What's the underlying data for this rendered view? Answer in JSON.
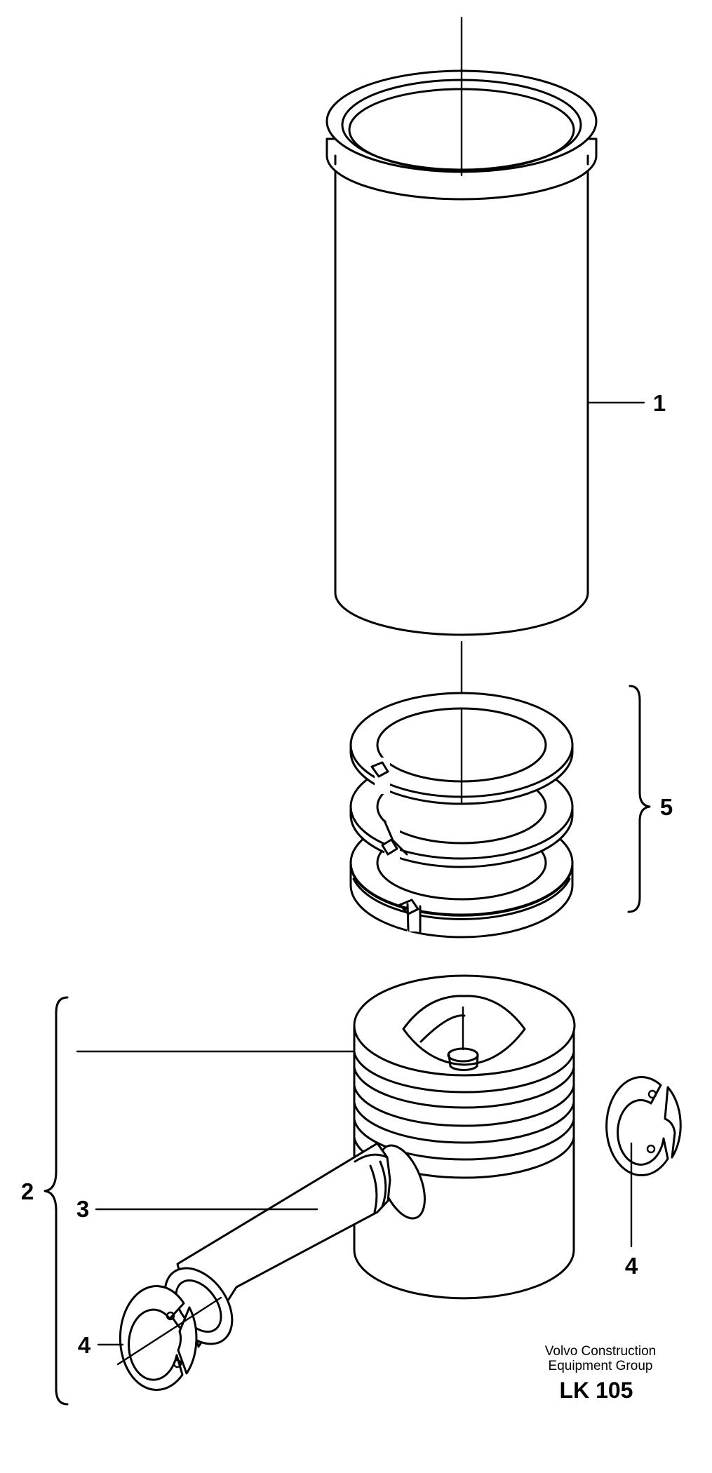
{
  "callouts": {
    "c1": "1",
    "c2": "2",
    "c3": "3",
    "c4a": "4",
    "c4b": "4",
    "c5": "5"
  },
  "footer": {
    "company_line1": "Volvo Construction",
    "company_line2": "Equipment Group",
    "code": "LK 105"
  },
  "parts": [
    {
      "ref": "1",
      "name": "cylinder-liner"
    },
    {
      "ref": "2",
      "name": "piston-assembly"
    },
    {
      "ref": "3",
      "name": "piston-pin"
    },
    {
      "ref": "4",
      "name": "circlip"
    },
    {
      "ref": "5",
      "name": "piston-ring-kit"
    }
  ]
}
